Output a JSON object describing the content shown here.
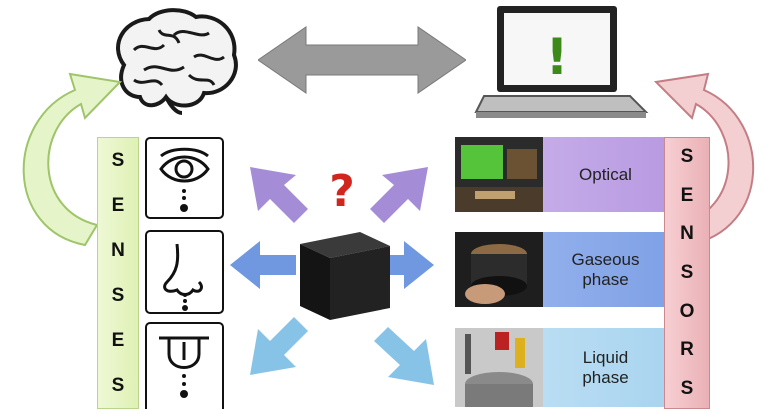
{
  "senses": {
    "letters": [
      "S",
      "E",
      "N",
      "S",
      "E",
      "S"
    ],
    "items": [
      {
        "icon": "eye-icon"
      },
      {
        "icon": "nose-icon"
      },
      {
        "icon": "tongue-icon"
      }
    ]
  },
  "sensors": {
    "letters": [
      "S",
      "E",
      "N",
      "S",
      "O",
      "R",
      "S"
    ],
    "items": [
      {
        "label": "Optical",
        "icon": "optical-sensor-photo"
      },
      {
        "label": "Gaseous\nphase",
        "icon": "gas-sensor-photo"
      },
      {
        "label": "Liquid\nphase",
        "icon": "liquid-sensor-photo"
      }
    ]
  },
  "center": {
    "question_mark": "?",
    "icon": "black-box-cube"
  },
  "laptop": {
    "screen_text": "!"
  },
  "colors": {
    "arrow_purple": "#a58cd6",
    "arrow_blue": "#6f98e0",
    "arrow_lightblue": "#86c3e6",
    "question_red": "#d1261e",
    "exclaim_green": "#3d8a1a",
    "senses_green": "#dff1b4",
    "sensors_pink": "#eab1b6"
  }
}
